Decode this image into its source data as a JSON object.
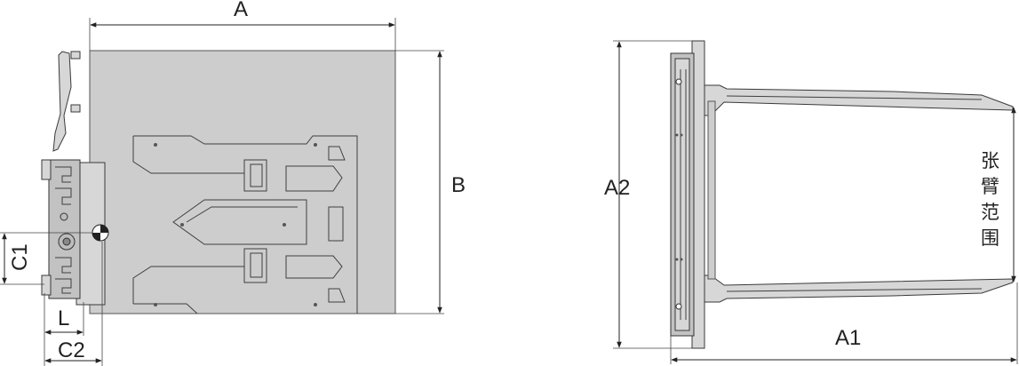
{
  "labels": {
    "A": "A",
    "B": "B",
    "C1": "C1",
    "C2": "C2",
    "L": "L",
    "A1": "A1",
    "A2": "A2",
    "arm_span": [
      "张",
      "臂",
      "范",
      "围"
    ]
  },
  "colors": {
    "plate_fill": "#cdcdcd",
    "part_fill": "#d7d7d7",
    "line": "#222222"
  }
}
